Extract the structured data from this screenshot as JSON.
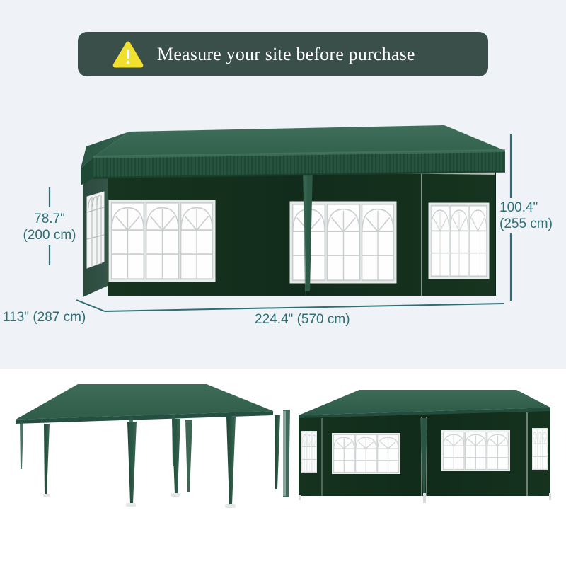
{
  "banner": {
    "text": "Measure your site before purchase",
    "icon": "warning-triangle-icon",
    "background_color": "#3a4f49",
    "icon_color": "#f2e02e",
    "text_color": "#ffffff"
  },
  "dimensions": {
    "accent_color": "#2c6f74",
    "height_side": {
      "inches": "78.7\"",
      "metric": "(200 cm)",
      "label": "78.7\" (200 cm)"
    },
    "height_peak": {
      "inches": "100.4\"",
      "metric": "(255 cm)",
      "label": "100.4\" (255 cm)"
    },
    "depth": {
      "label": "113\" (287 cm)"
    },
    "width": {
      "label": "224.4\" (570 cm)"
    }
  },
  "product": {
    "canopy_color": "#2f5b4a",
    "canopy_top_color": "#3c6a56",
    "valance_color": "#24503f",
    "wall_color": "#14301f",
    "window_frame_color": "#ffffff",
    "leg_color": "#dedede"
  },
  "panels": {
    "top_background": "#eff2f7",
    "bottom_background": "#ffffff"
  },
  "thumbnails": [
    {
      "name": "canopy-frame-no-walls"
    },
    {
      "name": "canopy-with-side-walls"
    }
  ]
}
